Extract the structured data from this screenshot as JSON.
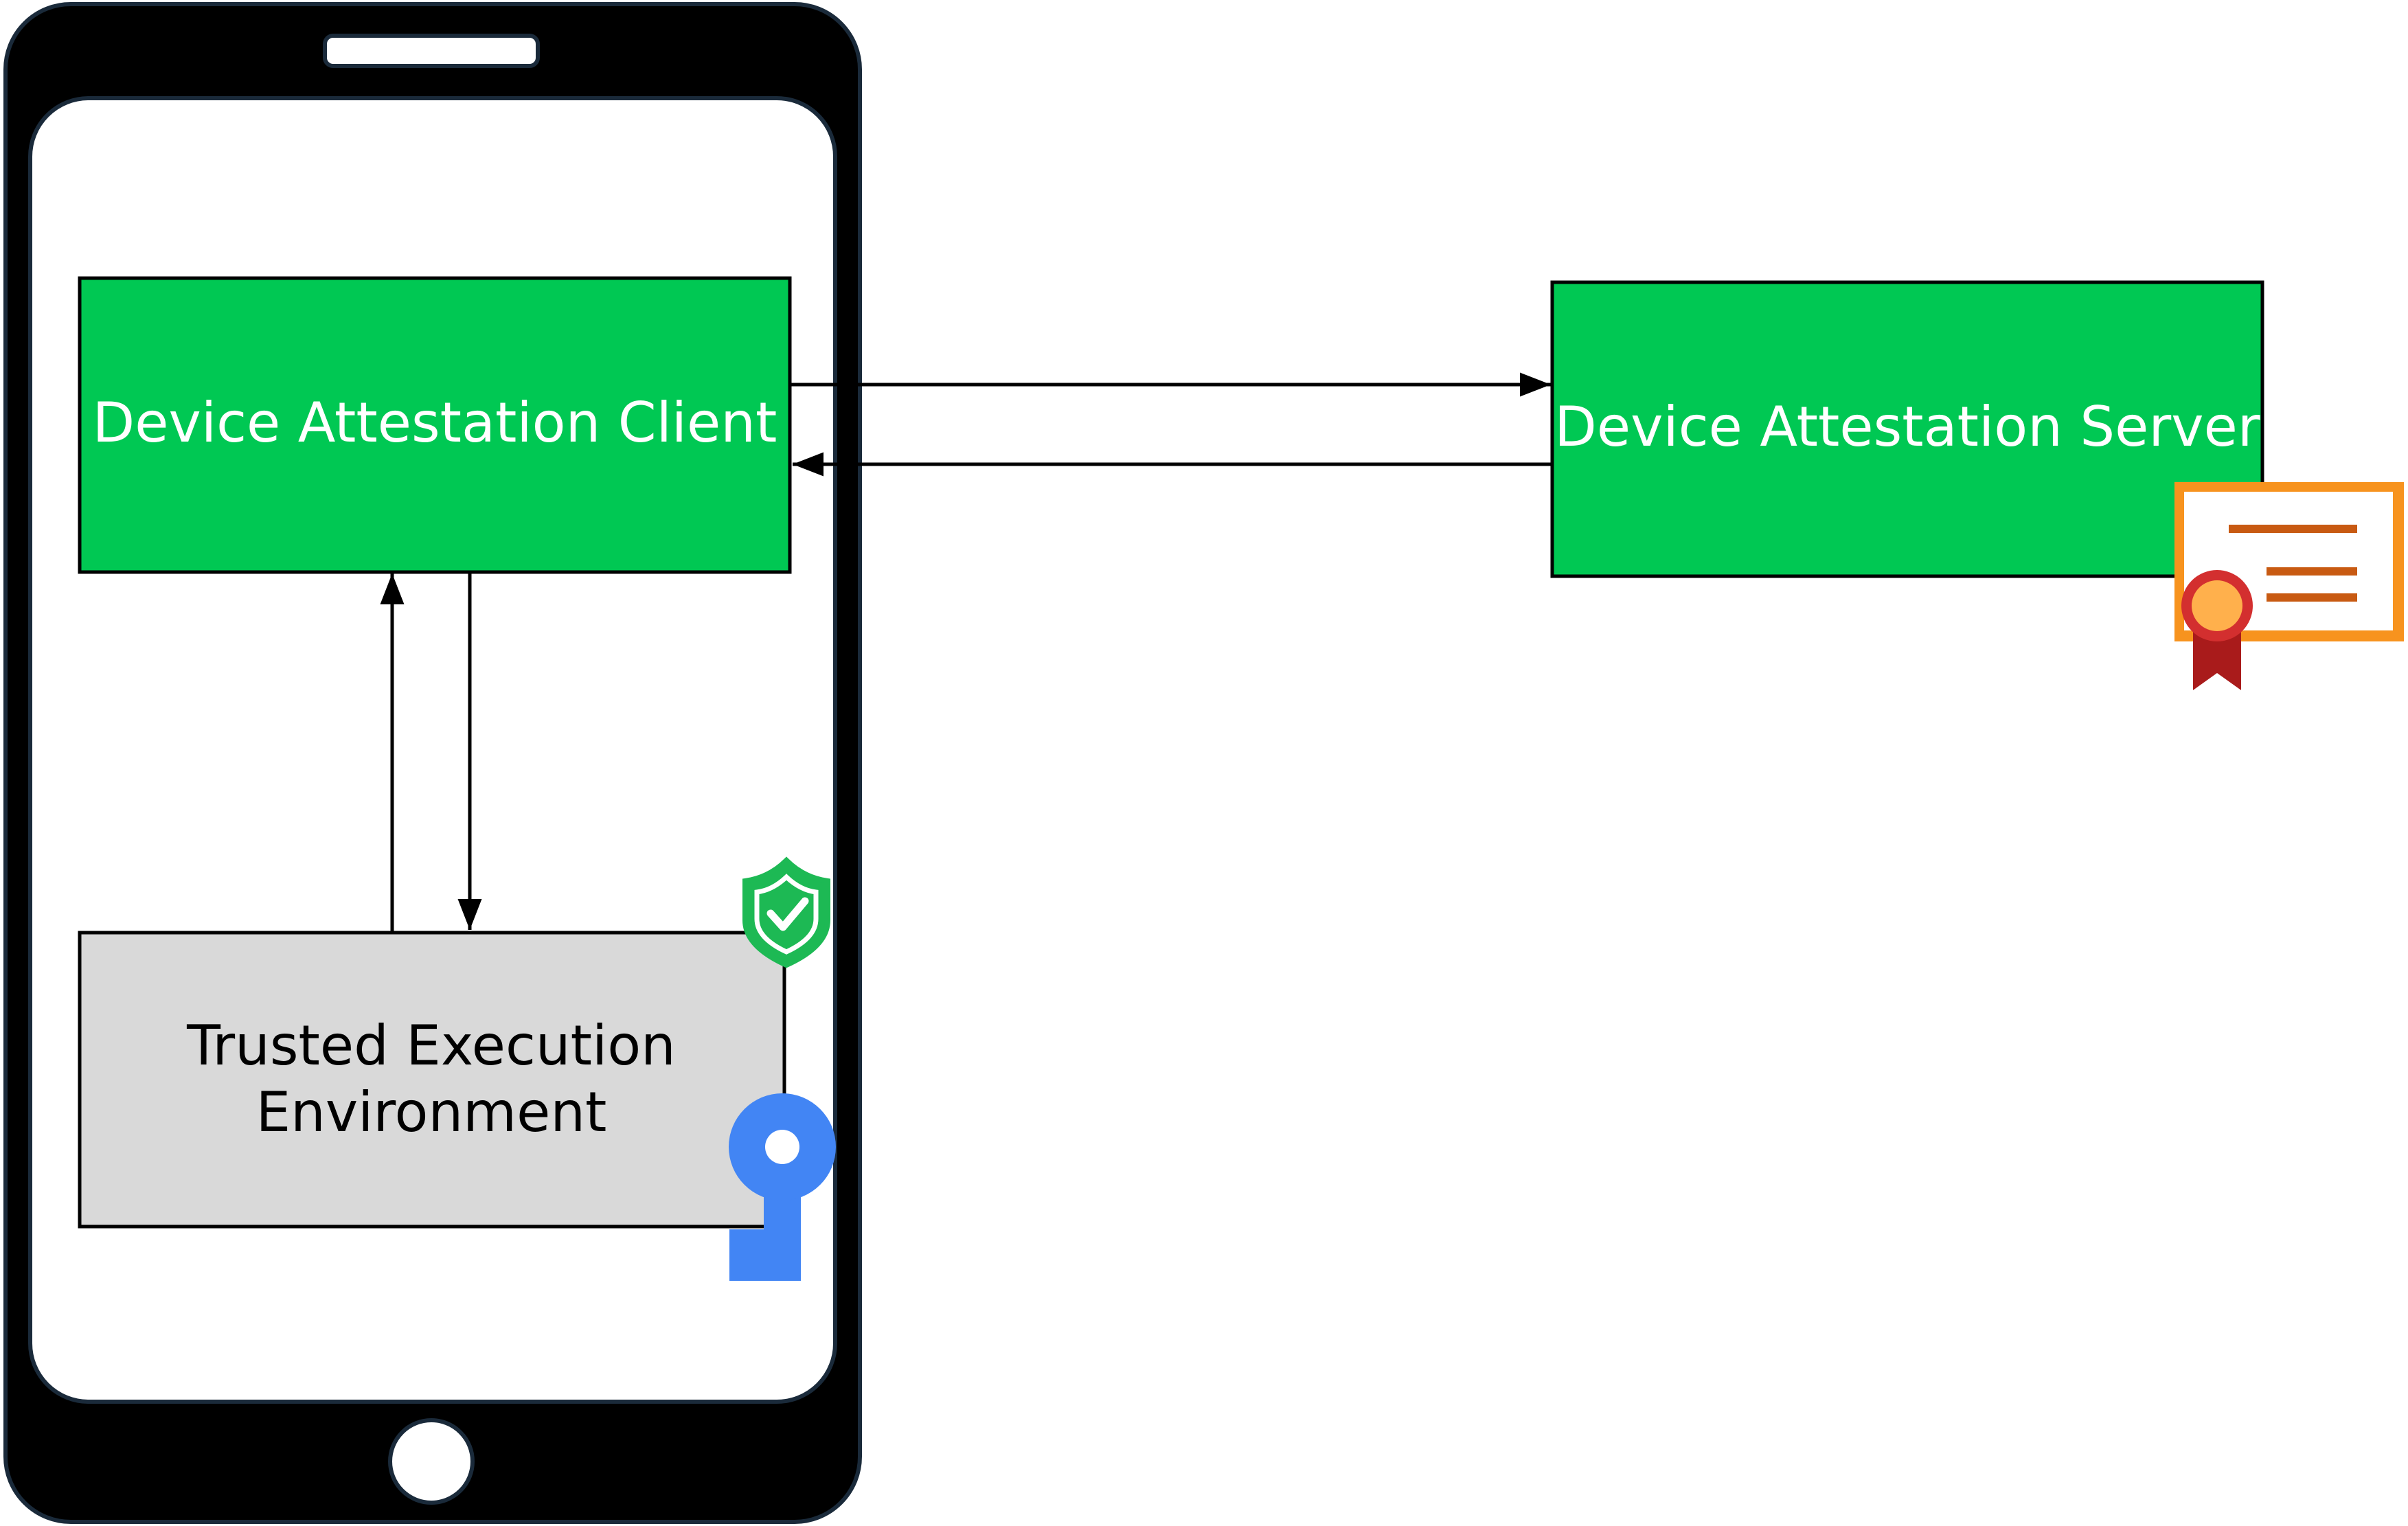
{
  "nodes": {
    "client": {
      "label": "Device Attestation Client"
    },
    "server": {
      "label": "Device Attestation Server"
    },
    "tee": {
      "label_line1": "Trusted Execution",
      "label_line2": "Environment"
    }
  },
  "icons": {
    "phone": "smartphone-icon",
    "shield": "shield-check-icon",
    "key": "key-icon",
    "certificate": "certificate-icon"
  },
  "colors": {
    "node_green": "#00c853",
    "tee_gray": "#d9d9d9",
    "phone_body": "#000000",
    "shield_green": "#1db954",
    "key_blue": "#4285f4",
    "certificate_orange": "#f7931e",
    "ribbon_red": "#d32f2f"
  }
}
